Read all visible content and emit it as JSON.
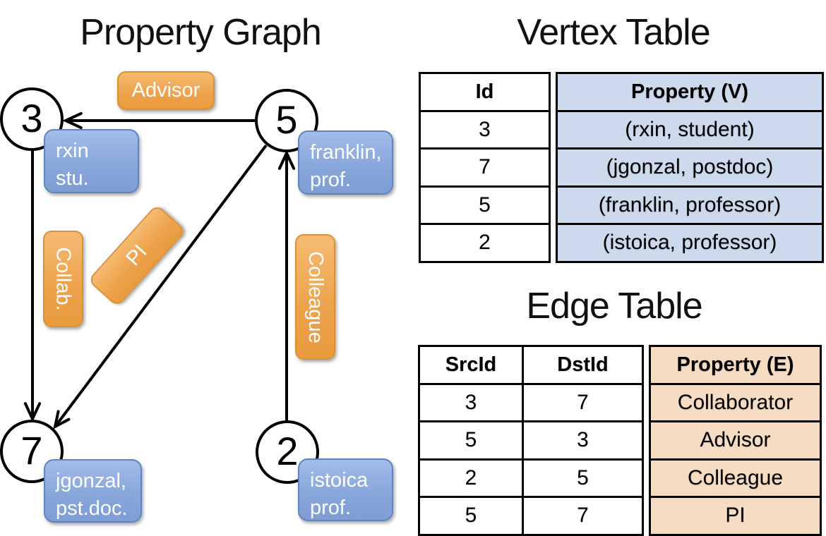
{
  "graph": {
    "title": "Property Graph",
    "nodes": [
      {
        "id": "3",
        "property": [
          "rxin",
          "stu."
        ]
      },
      {
        "id": "5",
        "property": [
          "franklin,",
          "prof."
        ]
      },
      {
        "id": "7",
        "property": [
          "jgonzal,",
          "pst.doc."
        ]
      },
      {
        "id": "2",
        "property": [
          "istoica",
          "prof."
        ]
      }
    ],
    "edge_labels": {
      "advisor": "Advisor",
      "collab": "Collab.",
      "pi": "PI",
      "colleague": "Colleague"
    }
  },
  "vertex_table": {
    "title": "Vertex Table",
    "columns": {
      "id": "Id",
      "property": "Property (V)"
    },
    "rows": [
      {
        "id": "3",
        "property": "(rxin, student)"
      },
      {
        "id": "7",
        "property": "(jgonzal, postdoc)"
      },
      {
        "id": "5",
        "property": "(franklin, professor)"
      },
      {
        "id": "2",
        "property": "(istoica, professor)"
      }
    ]
  },
  "edge_table": {
    "title": "Edge Table",
    "columns": {
      "src": "SrcId",
      "dst": "DstId",
      "property": "Property (E)"
    },
    "rows": [
      {
        "src": "3",
        "dst": "7",
        "property": "Collaborator"
      },
      {
        "src": "5",
        "dst": "3",
        "property": "Advisor"
      },
      {
        "src": "2",
        "dst": "5",
        "property": "Colleague"
      },
      {
        "src": "5",
        "dst": "7",
        "property": "PI"
      }
    ]
  },
  "colors": {
    "edge_label_orange": "#EFA44C",
    "vertex_label_blue": "#86A4D8",
    "vertex_table_fill": "#CDD9EC",
    "edge_table_fill": "#F6DCC2",
    "line_black": "#000000"
  }
}
